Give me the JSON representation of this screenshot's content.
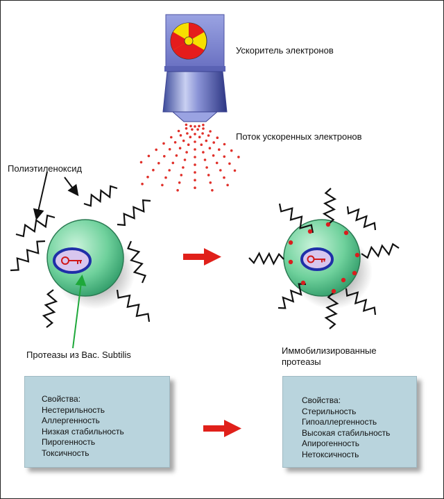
{
  "labels": {
    "accelerator": "Ускоритель электронов",
    "electron_stream": "Поток ускоренных электронов",
    "polymer": "Полиэтиленоксид",
    "protease_source": "Протеазы из Bac. Subtilis",
    "immobilized_line1": "Иммобилизированные",
    "immobilized_line2": "протеазы"
  },
  "left_box": {
    "heading": "Свойства:",
    "items": [
      "Нестерильность",
      "Аллергенность",
      "Низкая стабильность",
      "Пирогенность",
      "Токсичность"
    ]
  },
  "right_box": {
    "heading": "Свойства:",
    "items": [
      "Стерильность",
      "Гипоаллергенность",
      "Высокая стабильность",
      "Апирогенность",
      "Нетоксичность"
    ]
  },
  "colors": {
    "arrow_red": "#e0201a",
    "hazard_yellow": "#f7e000",
    "hazard_red": "#e51c1c",
    "accelerator_blue": "#7f86cf",
    "sphere_green": "#7bd6a4",
    "box_fill": "#b9d4dd",
    "pointer_green": "#1ea83a"
  },
  "icons": {
    "radiation": "radiation-hazard-icon",
    "enzyme_key": "key-icon"
  }
}
